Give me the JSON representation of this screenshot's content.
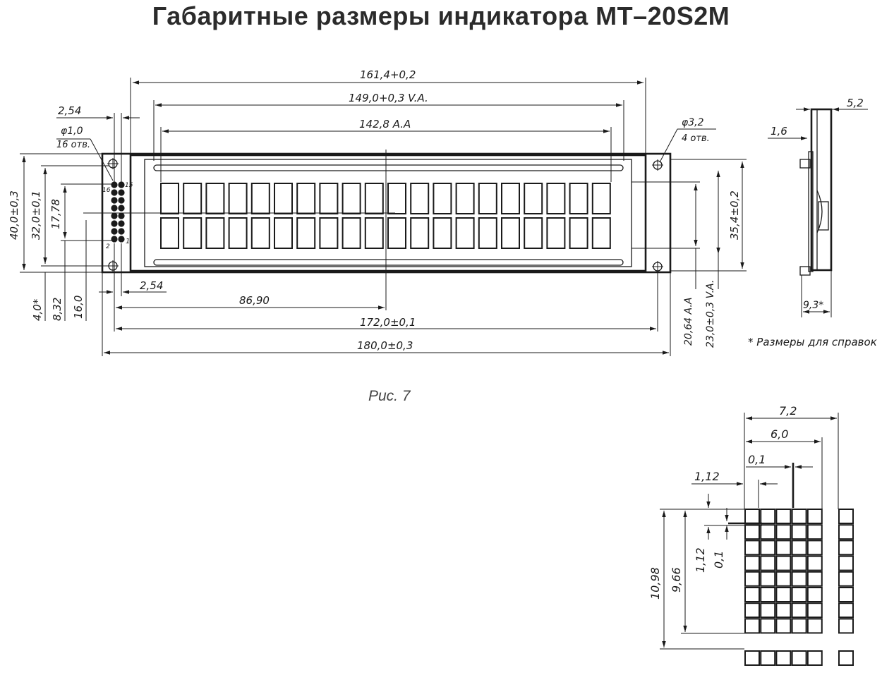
{
  "title": "Габаритные размеры индикатора МТ–20S2M",
  "caption": "Рис. 7",
  "dimensions": {
    "overall_width_pcb": "161,4+0,2",
    "va_width": "149,0+0,3 V.A.",
    "aa_width": "142,8 A.A",
    "pin_pitch": "2,54",
    "hole_dia": "φ1,0",
    "hole_count": "16 отв.",
    "mount_hole": "φ3,2",
    "mount_count": "4 отв.",
    "height_total": "40,0±0,3",
    "height_mount": "32,0±0,1",
    "height_pins": "17,78",
    "offset_4": "4,0*",
    "offset_8": "8,32",
    "offset_16": "16,0",
    "pin_offset": "2,54",
    "center_offset": "86,90",
    "mount_span": "172,0±0,1",
    "overall_width": "180,0±0,3",
    "bezel_height": "35,4±0,2",
    "aa_height": "20,64 A.A",
    "va_height": "23,0±0,3 V.A.",
    "thickness": "5,2",
    "pcb_thickness": "1,6",
    "depth": "9,3*",
    "reference_note": "* Размеры для справок",
    "pin_1": "1",
    "pin_2": "2",
    "pin_15": "15",
    "pin_16": "16"
  },
  "char_detail": {
    "cell_pitch_w": "7,2",
    "char_w": "6,0",
    "gap_w": "0,1",
    "dot_w": "1,12",
    "cell_pitch_h": "10,98",
    "char_h": "9,66",
    "dot_h": "1,12",
    "gap_h": "0,1"
  }
}
